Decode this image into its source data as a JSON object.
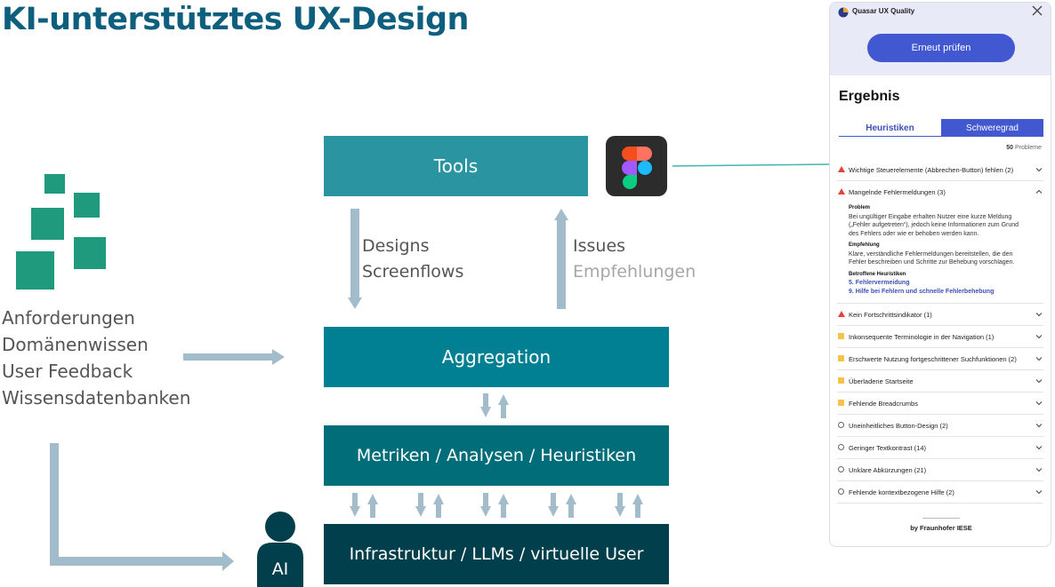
{
  "slide": {
    "title": "KI-unterstütztes UX-Design"
  },
  "inputs": [
    "Anforderungen",
    "Domänenwissen",
    "User Feedback",
    "Wissensdatenbanken"
  ],
  "boxes": {
    "tools": "Tools",
    "aggregation": "Aggregation",
    "metrics": "Metriken / Analysen / Heuristiken",
    "infrastructure": "Infrastruktur / LLMs / virtuelle User"
  },
  "flows": {
    "down": [
      "Designs",
      "Screenflows"
    ],
    "up_dark": "Issues",
    "up_light": "Empfehlungen"
  },
  "ai_label": "AI",
  "colors": {
    "title": "#0e5f7e",
    "tools": "#2a95a0",
    "aggregation": "#008092",
    "metrics": "#006d79",
    "infrastructure": "#003f4b",
    "arrow": "#a3bccb",
    "squares": "#1f9a7c",
    "accent": "#4158d0",
    "connector": "#3fb7b2"
  },
  "panel": {
    "app_name": "Quasar UX Quality",
    "recheck_button": "Erneut prüfen",
    "heading": "Ergebnis",
    "tabs": [
      "Heuristiken",
      "Schweregrad"
    ],
    "active_tab": "Schweregrad",
    "problem_count": "50",
    "problem_count_suffix": "Probleme",
    "issues": [
      {
        "severity": "high",
        "label": "Wichtige Steuerelemente (Abbrechen-Button) fehlen (2)"
      },
      {
        "severity": "high",
        "label": "Mangelnde Fehlermeldungen (3)",
        "expanded": true
      },
      {
        "severity": "high",
        "label": "Kein Fortschrittsindikator (1)"
      },
      {
        "severity": "medium",
        "label": "Inkonsequente Terminologie in der Navigation (1)"
      },
      {
        "severity": "medium",
        "label": "Erschwerte Nutzung fortgeschrittener Suchfunktionen (2)"
      },
      {
        "severity": "medium",
        "label": "Überladene Startseite"
      },
      {
        "severity": "medium",
        "label": "Fehlende Breadcrumbs"
      },
      {
        "severity": "low",
        "label": "Uneinheitliches Button-Design (2)"
      },
      {
        "severity": "low",
        "label": "Geringer Textkontrast (14)"
      },
      {
        "severity": "low",
        "label": "Unklare Abkürzungen (21)"
      },
      {
        "severity": "low",
        "label": "Fehlende kontextbezogene Hilfe (2)"
      }
    ],
    "detail": {
      "problem_heading": "Problem",
      "problem_text": "Bei ungültiger Eingabe erhalten Nutzer eine kurze Meldung („Fehler aufgetreten“), jedoch keine Informationen zum Grund des Fehlers oder wie er behoben werden kann.",
      "recommendation_heading": "Empfehlung",
      "recommendation_text": "Klare, verständliche Fehlermeldungen bereitstellen, die den Fehler beschreiben und Schritte zur Behebung vorschlagen.",
      "heuristics_heading": "Betroffene Heuristiken",
      "heuristic_links": [
        "5. Fehlervermeidung",
        "9. Hilfe bei Fehlern und schnelle Fehlerbehebung"
      ]
    },
    "footer": "by Fraunhofer IESE"
  }
}
